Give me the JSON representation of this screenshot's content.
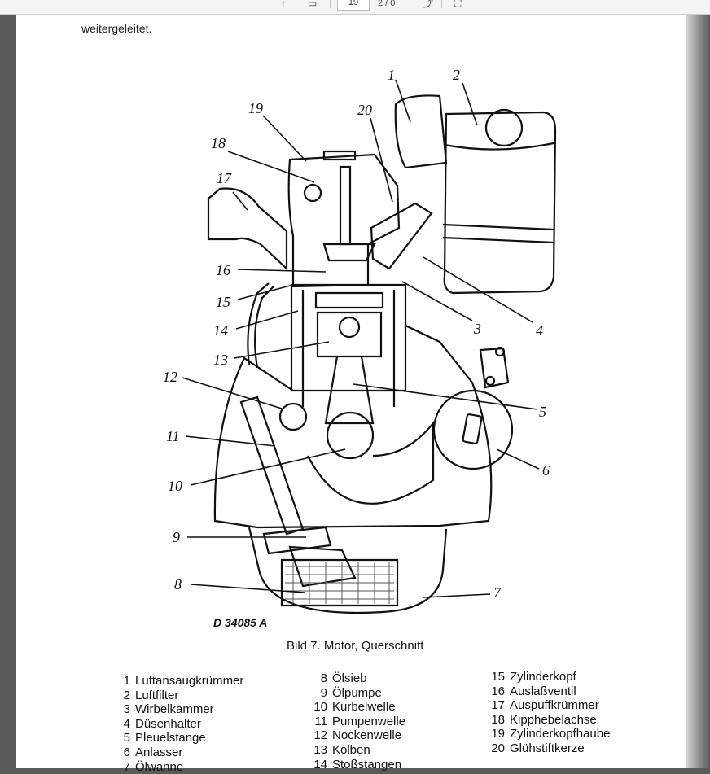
{
  "toolbar": {
    "page_current": "19",
    "page_total": "2 / 0",
    "rotate_icon": "rotate-icon",
    "fit_icon": "fit-page-icon"
  },
  "page": {
    "top_text": "weitergeleitet.",
    "figure_code": "D 34085 A",
    "caption": "Bild 7. Motor, Querschnitt",
    "callouts": [
      "1",
      "2",
      "3",
      "4",
      "5",
      "6",
      "7",
      "8",
      "9",
      "10",
      "11",
      "12",
      "13",
      "14",
      "15",
      "16",
      "17",
      "18",
      "19",
      "20"
    ],
    "legend_col1": [
      {
        "num": "1",
        "label": "Luftansaugkrümmer"
      },
      {
        "num": "2",
        "label": "Luftfilter"
      },
      {
        "num": "3",
        "label": "Wirbelkammer"
      },
      {
        "num": "4",
        "label": "Düsenhalter"
      },
      {
        "num": "5",
        "label": "Pleuelstange"
      },
      {
        "num": "6",
        "label": "Anlasser"
      },
      {
        "num": "7",
        "label": "Ölwanne"
      }
    ],
    "legend_col2": [
      {
        "num": "8",
        "label": "Ölsieb"
      },
      {
        "num": "9",
        "label": "Ölpumpe"
      },
      {
        "num": "10",
        "label": "Kurbelwelle"
      },
      {
        "num": "11",
        "label": "Pumpenwelle"
      },
      {
        "num": "12",
        "label": "Nockenwelle"
      },
      {
        "num": "13",
        "label": "Kolben"
      },
      {
        "num": "14",
        "label": "Stoßstangen"
      }
    ],
    "legend_col3": [
      {
        "num": "15",
        "label": "Zylinderkopf"
      },
      {
        "num": "16",
        "label": "Auslaßventil"
      },
      {
        "num": "17",
        "label": "Auspuffkrümmer"
      },
      {
        "num": "18",
        "label": "Kipphebelachse"
      },
      {
        "num": "19",
        "label": "Zylinderkopfhaube"
      },
      {
        "num": "20",
        "label": "Glühstiftkerze"
      }
    ]
  }
}
